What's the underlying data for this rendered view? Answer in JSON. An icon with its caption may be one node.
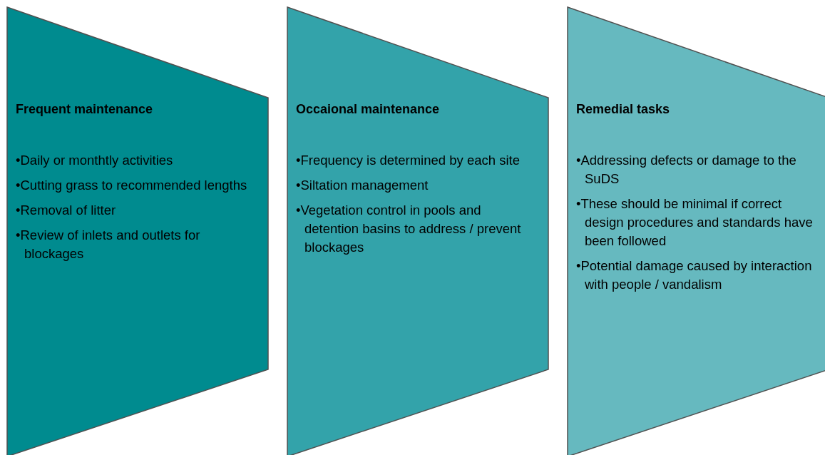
{
  "diagram": {
    "nodes": [
      {
        "text": [
          "Frequent maintenance",
          "•Daily or monthtly activities",
          "•Cutting grass to recommended lengths",
          "•Removal of litter",
          "•Review of inlets and outlets for blockages"
        ]
      },
      {
        "text": [
          "Occaional maintenance",
          "•Frequency is determined by each site",
          "•Siltation management",
          "•Vegetation control in pools and detention basins to address / prevent blockages"
        ]
      },
      {
        "text": [
          "Remedial tasks",
          "•Addressing defects or damage to the SuDS",
          "•These should be minimal if correct design procedures and standards have been followed",
          "•Potential damage caused by interaction  with people / vandalism"
        ]
      }
    ]
  }
}
